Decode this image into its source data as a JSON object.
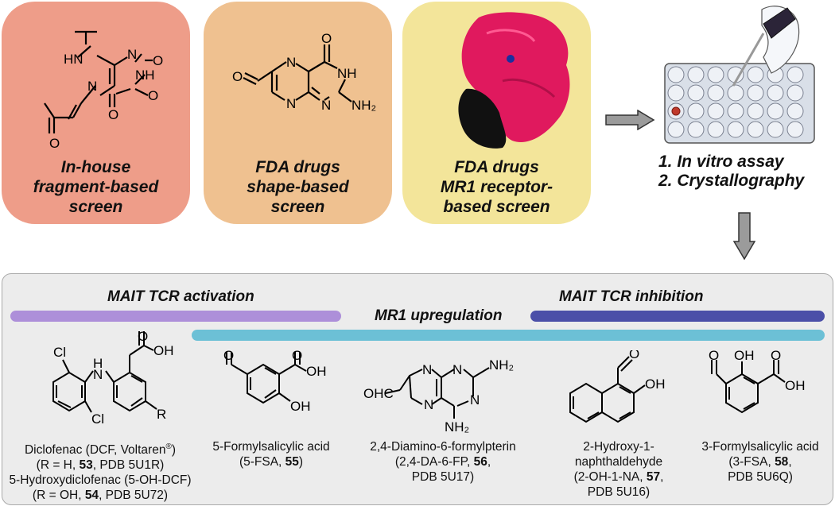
{
  "cards": [
    {
      "line1": "In-house",
      "line2": "fragment-based",
      "line3": "screen",
      "color": "#ee9d89"
    },
    {
      "line1": "FDA drugs",
      "line2": "shape-based",
      "line3": "screen",
      "color": "#efc190"
    },
    {
      "line1": "FDA drugs",
      "line2": "MR1 receptor-",
      "line3": "based screen",
      "color": "#f3e59a"
    }
  ],
  "steps": {
    "step1": "1. In vitro assay",
    "step2": "2. Crystallography"
  },
  "labels": {
    "activation": "MAIT TCR activation",
    "upregulation": "MR1 upregulation",
    "inhibition": "MAIT TCR inhibition"
  },
  "bar_colors": {
    "activation": "#ad8fd9",
    "upregulation": "#6cc0d6",
    "inhibition": "#4b4fa8"
  },
  "atoms": {
    "HN": "HN",
    "N": "N",
    "O": "O",
    "NH": "NH",
    "H": "H",
    "OH": "OH",
    "Cl": "Cl",
    "R": "R",
    "NH2": "NH₂",
    "OHC": "OHC"
  },
  "molecules": [
    {
      "name": "Diclofenac (DCF, Voltaren",
      "reg": "®",
      "name_tail": ")",
      "sub1_pre": "(R = H, ",
      "sub1_num": "53",
      "sub1_post": ", PDB 5U1R)",
      "alt": "5-Hydroxydiclofenac (5-OH-DCF)",
      "sub2_pre": "(R = OH, ",
      "sub2_num": "54",
      "sub2_post": ", PDB 5U72)"
    },
    {
      "name": "5-Formylsalicylic acid",
      "sub_pre": "(5-FSA, ",
      "sub_num": "55",
      "sub_post": ")"
    },
    {
      "name": "2,4-Diamino-6-formylpterin",
      "sub_pre": "(2,4-DA-6-FP, ",
      "sub_num": "56",
      "sub_post": ",",
      "sub3": "PDB 5U17)"
    },
    {
      "name": "2-Hydroxy-1-",
      "name2": "naphthaldehyde",
      "sub_pre": "(2-OH-1-NA, ",
      "sub_num": "57",
      "sub_post": ",",
      "sub3": "PDB 5U16)"
    },
    {
      "name": "3-Formylsalicylic acid",
      "sub_pre": "(3-FSA, ",
      "sub_num": "58",
      "sub_post": ",",
      "sub3": "PDB 5U6Q)"
    }
  ]
}
